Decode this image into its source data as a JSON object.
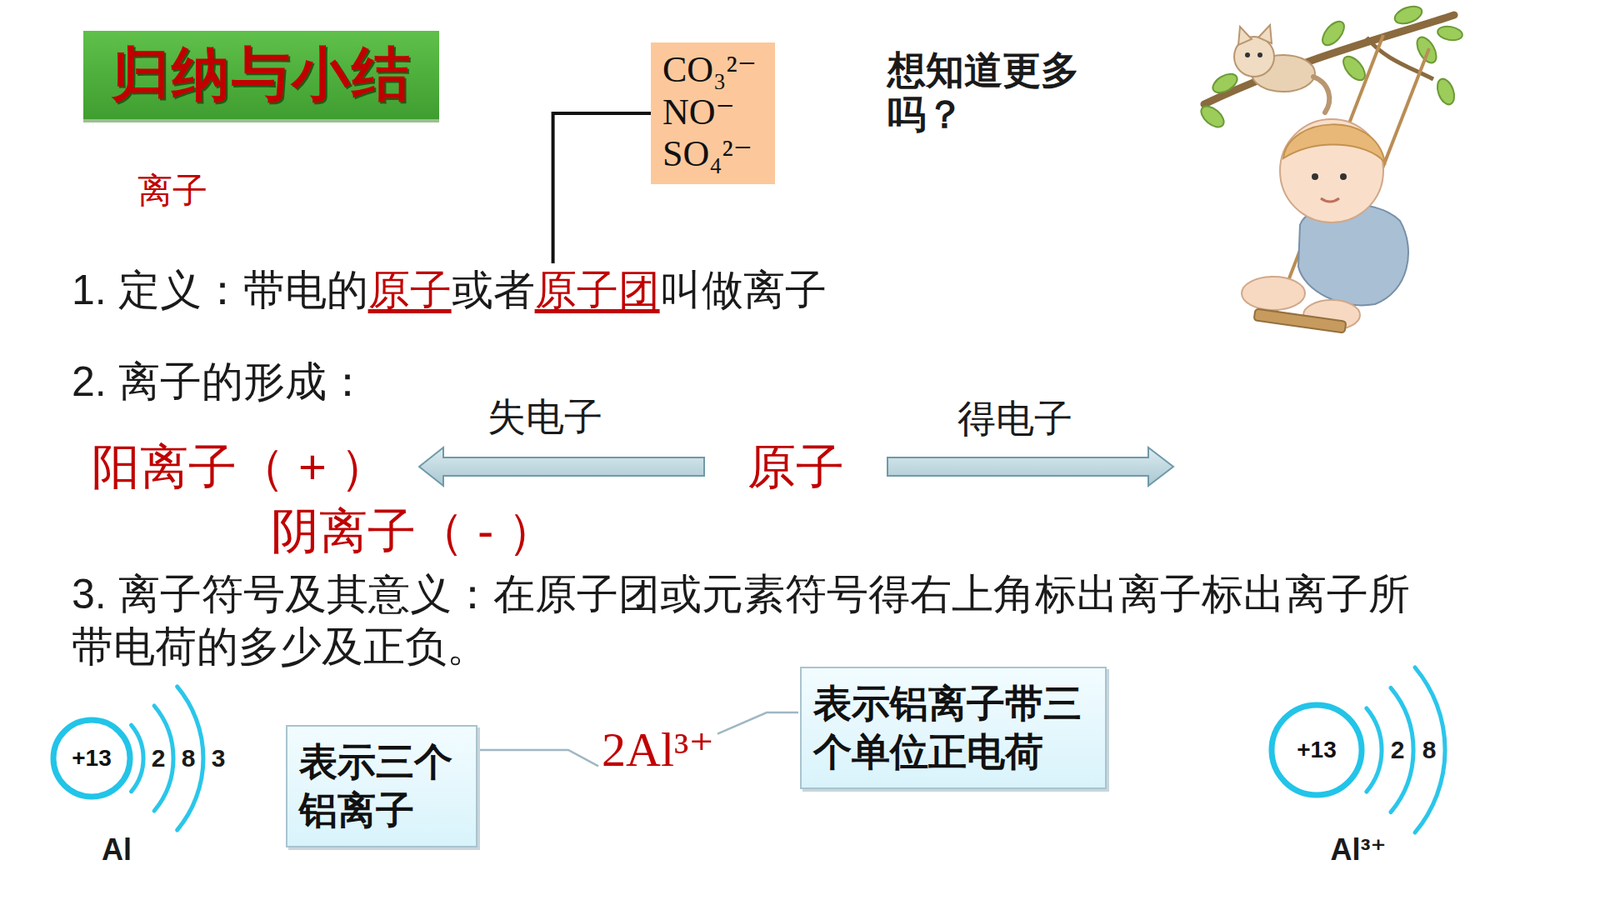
{
  "diagram": {
    "title": "归纳与小结",
    "nodes": [
      {
        "text": [
          "CO₃²⁻",
          "NO⁻",
          "SO₄²⁻"
        ]
      },
      {
        "text": [
          "+13"
        ]
      },
      {
        "text": [
          "表示三个铝离子"
        ]
      },
      {
        "text": [
          "表示铝离子带三个单位正电荷"
        ]
      },
      {
        "text": [
          "+13"
        ]
      }
    ],
    "labels": [
      "想知道更多吗？",
      "离子",
      "1. 定义：带电的",
      "原子",
      "或者",
      "原子团",
      "叫做离子",
      "2. 离子的形成：",
      "失电子",
      "得电子",
      "阳离子（ + ）",
      "原子",
      "阴离子（ - ）",
      "3. 离子符号及其意义：在原子团或元素符号得右上角标出离子标出离子所带电荷的多少及正负。",
      "2",
      "8",
      "3",
      "Al",
      "2Al³⁺",
      "2",
      "8",
      "Al³⁺"
    ]
  }
}
